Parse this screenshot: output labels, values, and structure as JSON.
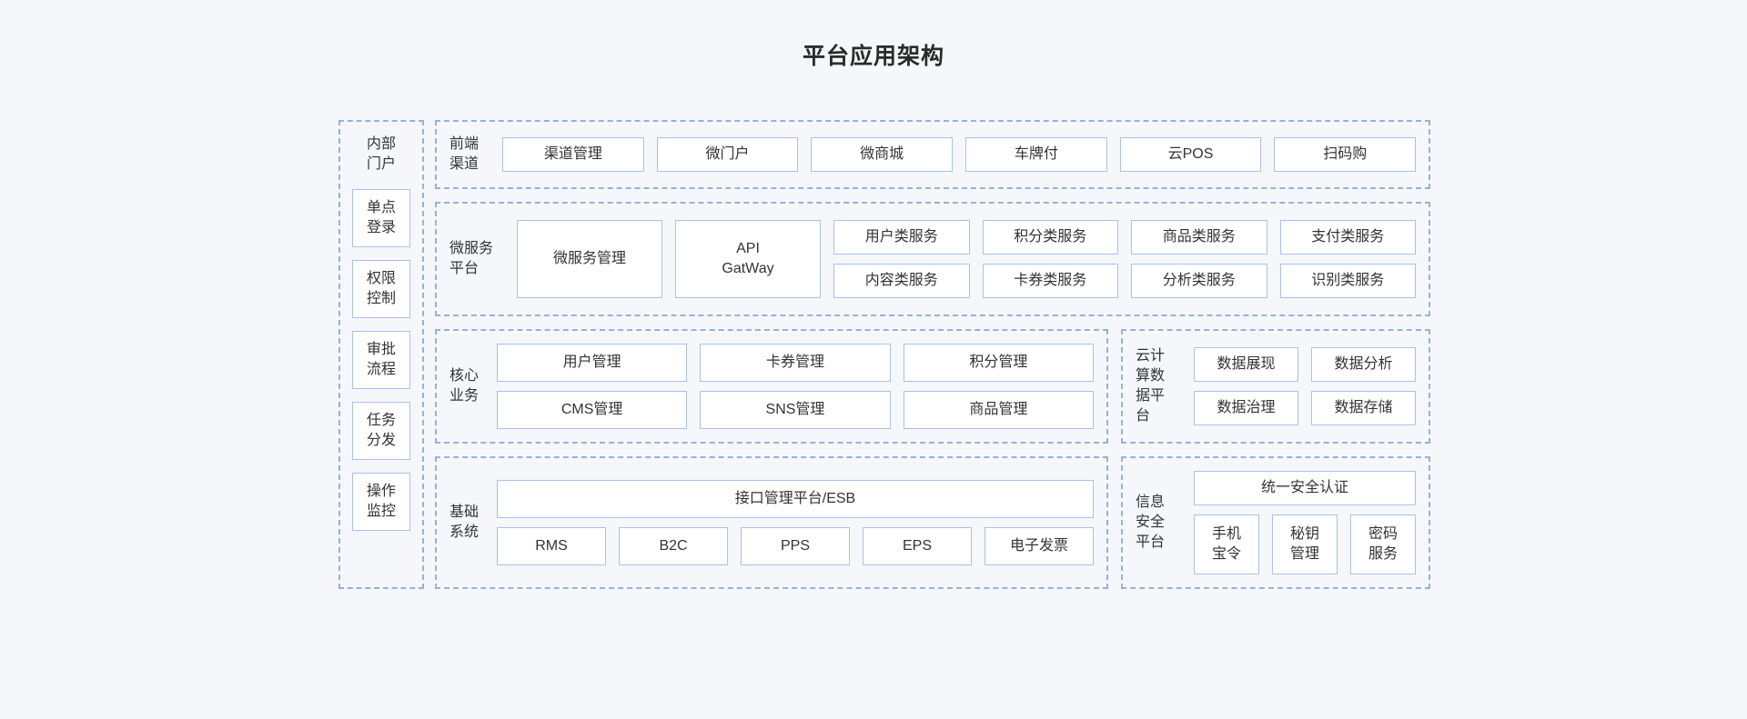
{
  "page": {
    "title": "平台应用架构",
    "background_color": "#f5f7fa",
    "panel_border_color": "#93b2e2",
    "box_border_color": "#a9c2e8",
    "box_fill_color": "#ffffff",
    "text_color": "#333333"
  },
  "sidebar": {
    "title": "内部\n门户",
    "items": [
      {
        "label": "单点\n登录"
      },
      {
        "label": "权限\n控制"
      },
      {
        "label": "审批\n流程"
      },
      {
        "label": "任务\n分发"
      },
      {
        "label": "操作\n监控"
      }
    ]
  },
  "sections": {
    "frontend": {
      "label": "前端\n渠道",
      "items": [
        {
          "label": "渠道管理"
        },
        {
          "label": "微门户"
        },
        {
          "label": "微商城"
        },
        {
          "label": "车牌付"
        },
        {
          "label": "云POS"
        },
        {
          "label": "扫码购"
        }
      ]
    },
    "microservice": {
      "label": "微服务\n平台",
      "primary": {
        "label": "微服务管理"
      },
      "gateway": {
        "label": "API\nGatWay"
      },
      "rows": [
        [
          {
            "label": "用户类服务"
          },
          {
            "label": "积分类服务"
          },
          {
            "label": "商品类服务"
          },
          {
            "label": "支付类服务"
          }
        ],
        [
          {
            "label": "内容类服务"
          },
          {
            "label": "卡券类服务"
          },
          {
            "label": "分析类服务"
          },
          {
            "label": "识别类服务"
          }
        ]
      ]
    },
    "core_business": {
      "label": "核心\n业务",
      "rows": [
        [
          {
            "label": "用户管理"
          },
          {
            "label": "卡券管理"
          },
          {
            "label": "积分管理"
          }
        ],
        [
          {
            "label": "CMS管理"
          },
          {
            "label": "SNS管理"
          },
          {
            "label": "商品管理"
          }
        ]
      ]
    },
    "cloud_data": {
      "label": "云计\n算数\n据平\n台",
      "rows": [
        [
          {
            "label": "数据展现"
          },
          {
            "label": "数据分析"
          }
        ],
        [
          {
            "label": "数据治理"
          },
          {
            "label": "数据存储"
          }
        ]
      ]
    },
    "base_system": {
      "label": "基础\n系统",
      "banner": {
        "label": "接口管理平台/ESB"
      },
      "items": [
        {
          "label": "RMS"
        },
        {
          "label": "B2C"
        },
        {
          "label": "PPS"
        },
        {
          "label": "EPS"
        },
        {
          "label": "电子发票"
        }
      ]
    },
    "security": {
      "label": "信息\n安全\n平台",
      "banner": {
        "label": "统一安全认证"
      },
      "items": [
        {
          "label": "手机\n宝令"
        },
        {
          "label": "秘钥\n管理"
        },
        {
          "label": "密码\n服务"
        }
      ]
    }
  }
}
